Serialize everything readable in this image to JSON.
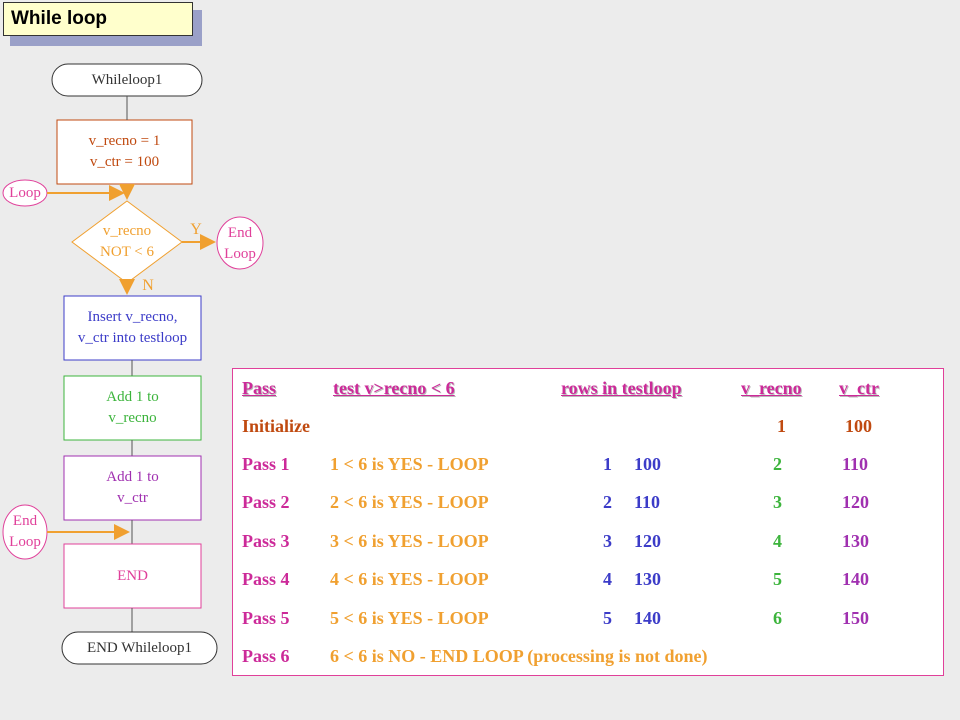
{
  "title": "While loop",
  "colors": {
    "start": "#333333",
    "init": "#c04a10",
    "decision": "#f0a030",
    "connector": "#e0409a",
    "insert": "#3c3cc8",
    "add_recno": "#3cb43c",
    "add_ctr": "#a030b0",
    "end": "#e0409a",
    "label": "#cc2a99",
    "pass": "#cc2a99",
    "test": "#f0a030",
    "rows": "#3c3cc8",
    "recno": "#3cb43c",
    "ctr": "#a030b0",
    "initialize": "#c04a10"
  },
  "flowchart": {
    "start": "Whileloop1",
    "init_line1": "v_recno = 1",
    "init_line2": "v_ctr = 100",
    "loop_connector": "Loop",
    "decision_line1": "v_recno",
    "decision_line2": "NOT < 6",
    "yes_label": "Y",
    "no_label": "N",
    "end_loop_right_line1": "End",
    "end_loop_right_line2": "Loop",
    "insert_line1": "Insert v_recno,",
    "insert_line2": "v_ctr into testloop",
    "add_recno_line1": "Add 1 to",
    "add_recno_line2": "v_recno",
    "add_ctr_line1": "Add 1 to",
    "add_ctr_line2": "v_ctr",
    "end_loop_left_line1": "End",
    "end_loop_left_line2": "Loop",
    "end_box": "END",
    "end_terminal": "END Whileloop1"
  },
  "table": {
    "headers": {
      "pass": "Pass",
      "test": "test v>recno < 6",
      "rows": "rows in testloop",
      "recno": "v_recno",
      "ctr": "v_ctr"
    },
    "initialize": {
      "label": "Initialize",
      "recno": "1",
      "ctr": "100"
    },
    "rows": [
      {
        "pass": "Pass 1",
        "test": "1 < 6 is YES - LOOP",
        "row_recno": "1",
        "row_ctr": "100",
        "recno": "2",
        "ctr": "110"
      },
      {
        "pass": "Pass 2",
        "test": "2 < 6 is YES - LOOP",
        "row_recno": "2",
        "row_ctr": "110",
        "recno": "3",
        "ctr": "120"
      },
      {
        "pass": "Pass 3",
        "test": "3 < 6 is YES - LOOP",
        "row_recno": "3",
        "row_ctr": "120",
        "recno": "4",
        "ctr": "130"
      },
      {
        "pass": "Pass 4",
        "test": "4 < 6 is YES - LOOP",
        "row_recno": "4",
        "row_ctr": "130",
        "recno": "5",
        "ctr": "140"
      },
      {
        "pass": "Pass 5",
        "test": "5 < 6 is YES - LOOP",
        "row_recno": "5",
        "row_ctr": "140",
        "recno": "6",
        "ctr": "150"
      }
    ],
    "final": {
      "pass": "Pass 6",
      "test": "6 < 6 is NO - END LOOP (processing is not done)"
    }
  }
}
